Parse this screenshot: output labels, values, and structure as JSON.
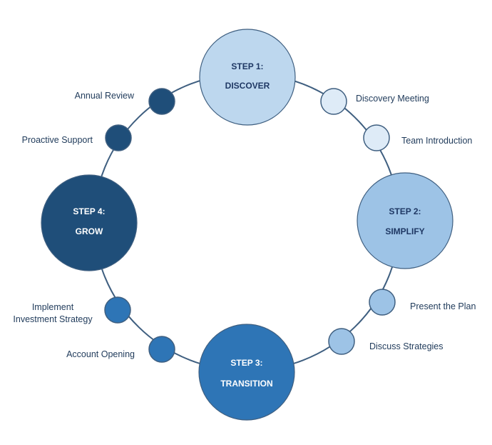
{
  "colors": {
    "ring": "#3f5f80",
    "step1": "#bdd7ee",
    "step2": "#9dc3e6",
    "step3": "#2e75b6",
    "step4": "#1f4e79",
    "node_discover": "#deebf7",
    "node_simplify": "#9dc3e6",
    "node_transition": "#2e75b6",
    "node_grow": "#1f4e79",
    "label_text": "#1f3a5a",
    "text_dark": "#1f3864",
    "text_light": "#ffffff"
  },
  "steps": [
    {
      "line1": "STEP 1:",
      "line2": "DISCOVER"
    },
    {
      "line1": "STEP 2:",
      "line2": "SIMPLIFY"
    },
    {
      "line1": "STEP 3:",
      "line2": "TRANSITION"
    },
    {
      "line1": "STEP 4:",
      "line2": "GROW"
    }
  ],
  "substeps": [
    {
      "label": "Discovery Meeting"
    },
    {
      "label": "Team Introduction"
    },
    {
      "label": "Present the Plan"
    },
    {
      "label": "Discuss Strategies"
    },
    {
      "label": "Account Opening"
    },
    {
      "label_line1": "Implement",
      "label_line2": "Investment Strategy"
    },
    {
      "label": "Proactive Support"
    },
    {
      "label": "Annual Review"
    }
  ]
}
